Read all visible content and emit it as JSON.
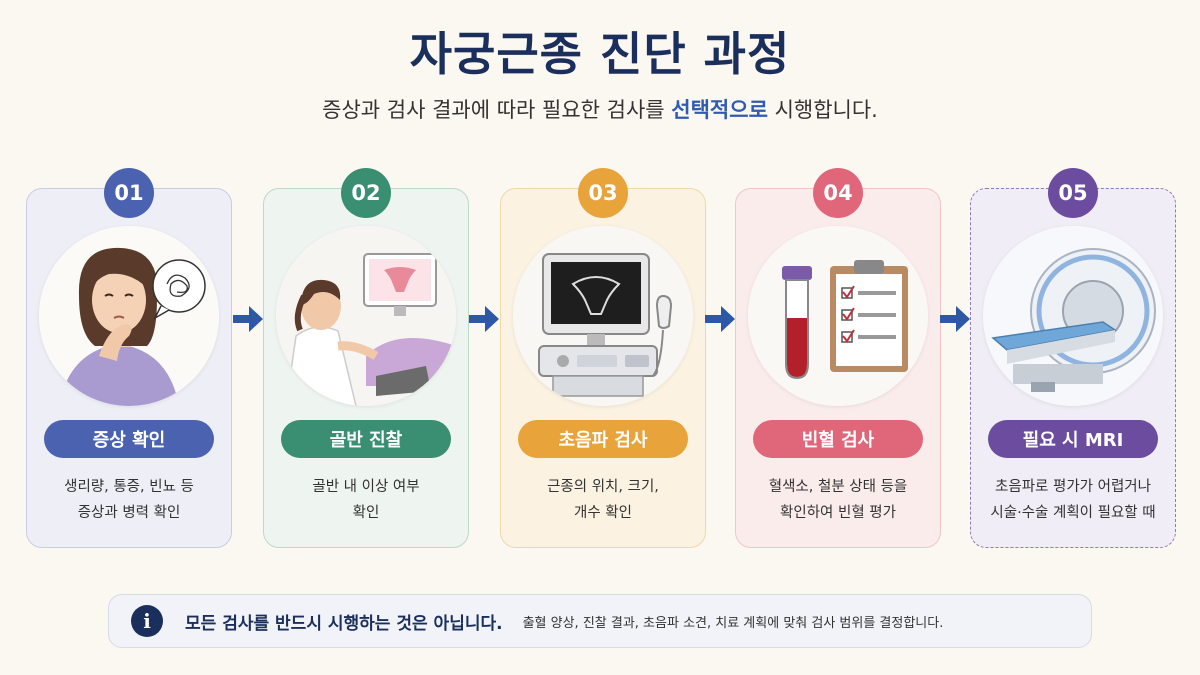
{
  "header": {
    "title": "자궁근종 진단 과정",
    "subtitle_before": "증상과 검사 결과에 따라 필요한 검사를 ",
    "subtitle_highlight": "선택적으로",
    "subtitle_after": " 시행합니다."
  },
  "steps": [
    {
      "number": "01",
      "label": "증상 확인",
      "desc_line1": "생리량, 통증, 빈뇨 등",
      "desc_line2": "증상과 병력 확인",
      "color": "#4a62b0",
      "bg": "#eeeff6",
      "border": "#c9cde3",
      "illustration": "worried-woman-icon"
    },
    {
      "number": "02",
      "label": "골반 진찰",
      "desc_line1": "골반 내 이상 여부",
      "desc_line2": "확인",
      "color": "#3a8f73",
      "bg": "#eef4ef",
      "border": "#bcd9c9",
      "illustration": "pelvic-exam-icon"
    },
    {
      "number": "03",
      "label": "초음파 검사",
      "desc_line1": "근종의 위치, 크기,",
      "desc_line2": "개수 확인",
      "color": "#e8a33a",
      "bg": "#fbf2e2",
      "border": "#f0d7a8",
      "illustration": "ultrasound-machine-icon"
    },
    {
      "number": "04",
      "label": "빈혈 검사",
      "desc_line1": "혈색소, 철분 상태 등을",
      "desc_line2": "확인하여 빈혈 평가",
      "color": "#e0667a",
      "bg": "#fbecec",
      "border": "#f0c6cb",
      "illustration": "blood-test-icon"
    },
    {
      "number": "05",
      "label": "필요 시 MRI",
      "desc_line1": "초음파로 평가가 어렵거나",
      "desc_line2": "시술·수술 계획이 필요할 때",
      "color": "#6b4c9e",
      "bg": "#f1edf6",
      "border": "#8e7bb5",
      "illustration": "mri-scanner-icon"
    }
  ],
  "arrow_color": "#2d58a6",
  "info": {
    "icon": "info-icon",
    "icon_glyph": "i",
    "main": "모든 검사를 반드시 시행하는 것은 아닙니다.",
    "sub": "출혈 양상, 진찰 결과, 초음파 소견, 치료 계획에 맞춰 검사 범위를 결정합니다."
  }
}
